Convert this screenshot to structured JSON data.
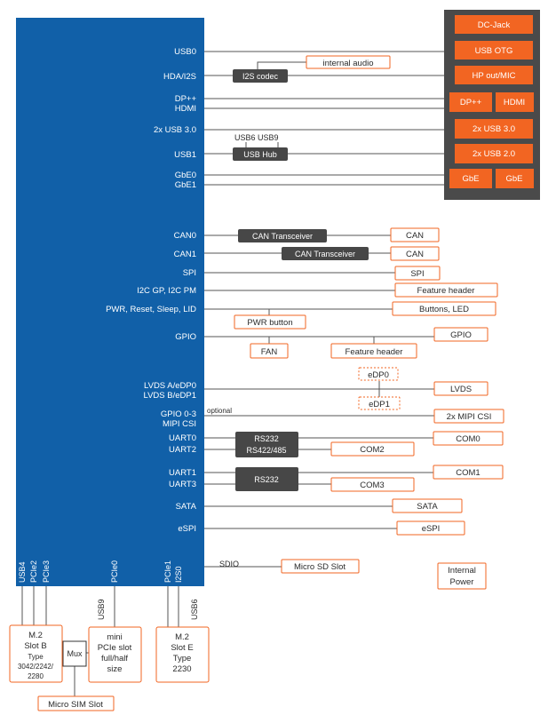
{
  "colors": {
    "module_blue": "#1160a8",
    "orange": "#f26522",
    "dark_panel": "#4a4a4a",
    "chip_gray": "#474747",
    "line": "#555555",
    "text_dark": "#2b2b2b"
  },
  "module_signals": {
    "usb0": "USB0",
    "hda_i2s": "HDA/I2S",
    "dp": "DP++",
    "hdmi": "HDMI",
    "usb30": "2x USB 3.0",
    "usb1": "USB1",
    "gbe0": "GbE0",
    "gbe1": "GbE1",
    "can0": "CAN0",
    "can1": "CAN1",
    "spi": "SPI",
    "i2c": "I2C GP, I2C PM",
    "pwr": "PWR, Reset, Sleep, LID",
    "gpio": "GPIO",
    "lvds_a": "LVDS A/eDP0",
    "lvds_b": "LVDS B/eDP1",
    "gpio03": "GPIO 0-3",
    "mipi_csi": "MIPI CSI",
    "uart0": "UART0",
    "uart2": "UART2",
    "uart1": "UART1",
    "uart3": "UART3",
    "sata": "SATA",
    "espi": "eSPI",
    "bottom": [
      "USB4",
      "PCIe2",
      "PCIe3",
      "PCIe0",
      "PCIe1",
      "I2S0"
    ]
  },
  "chips": {
    "i2s_codec": "I2S codec",
    "usb_hub": "USB Hub",
    "can_transceiver_0": "CAN Transceiver",
    "can_transceiver_1": "CAN Transceiver",
    "rs232_top": "RS232",
    "rs422": "RS422/485",
    "rs232_bottom": "RS232",
    "mux": "Mux"
  },
  "labels": {
    "usb6_usb9": "USB6 USB9",
    "optional": "optional",
    "sdio": "SDIO",
    "usb9": "USB9",
    "usb6": "USB6"
  },
  "panel_connectors": {
    "dc_jack": "DC-Jack",
    "usb_otg": "USB OTG",
    "hp_out": "HP out/MIC",
    "dp": "DP++",
    "hdmi": "HDMI",
    "usb30": "2x USB 3.0",
    "usb20": "2x USB 2.0",
    "gbe_a": "GbE",
    "gbe_b": "GbE"
  },
  "outline_connectors": {
    "internal_audio": "internal audio",
    "can0": "CAN",
    "can1": "CAN",
    "spi": "SPI",
    "feature_header_1": "Feature header",
    "buttons_led": "Buttons, LED",
    "pwr_button": "PWR button",
    "gpio": "GPIO",
    "fan": "FAN",
    "feature_header_2": "Feature header",
    "edp0": "eDP0",
    "lvds": "LVDS",
    "edp1": "eDP1",
    "mipi_csi": "2x MIPI CSI",
    "com0": "COM0",
    "com2": "COM2",
    "com1": "COM1",
    "com3": "COM3",
    "sata": "SATA",
    "espi": "eSPI",
    "micro_sd": "Micro SD Slot",
    "internal_power": [
      "Internal",
      "Power"
    ],
    "micro_sim": "Micro SIM Slot"
  },
  "slots": {
    "m2_b": [
      "M.2",
      "Slot B",
      "Type",
      "3042/2242/",
      "2280"
    ],
    "mini_pcie": [
      "mini",
      "PCIe slot",
      "full/half",
      "size"
    ],
    "m2_e": [
      "M.2",
      "Slot E",
      "Type",
      "2230"
    ]
  }
}
